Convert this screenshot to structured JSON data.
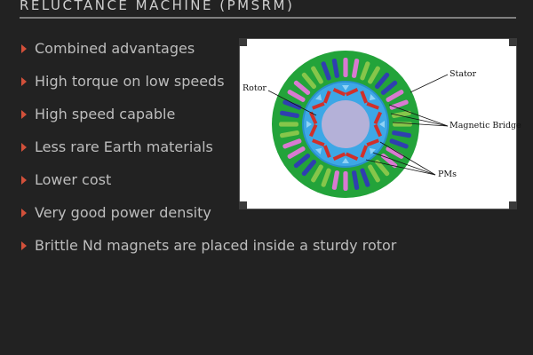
{
  "slide": {
    "title": "RELUCTANCE MACHINE (PMSRM)",
    "bullets": [
      "Combined advantages",
      "High torque on low speeds",
      "High speed capable",
      "Less rare Earth materials",
      "Lower cost",
      "Very good power density",
      "Brittle Nd magnets are placed inside a sturdy rotor"
    ]
  },
  "figure": {
    "labels": {
      "rotor": "Rotor",
      "stator": "Stator",
      "magnetic_bridge": "Magnetic Bridge",
      "pms": "PMs"
    },
    "colors": {
      "stator": "#23a33a",
      "rotor": "#3da7e6",
      "shaft": "#b4b1d8",
      "magnet": "#d0302a",
      "coil_pink": "#d97ad1",
      "coil_blue": "#2f3fb0",
      "coil_green": "#86c64a"
    }
  },
  "colors": {
    "background": "#222222",
    "text": "#bdbdbd",
    "bullet_arrow": "#d2503a",
    "title": "#cfcfcf"
  }
}
